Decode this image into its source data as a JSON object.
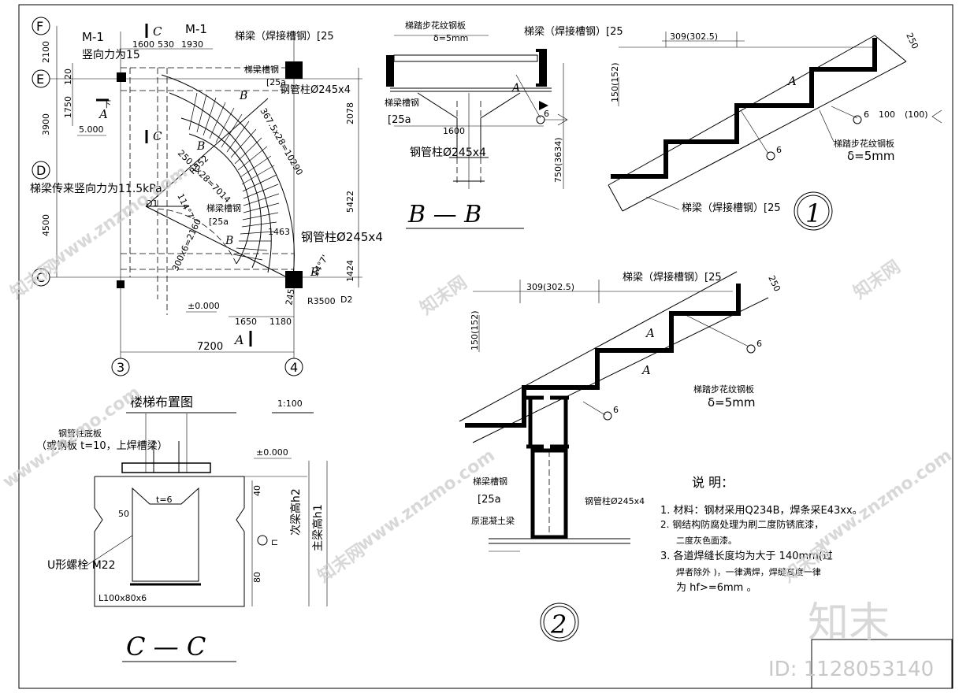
{
  "plan": {
    "grid_F": "F",
    "grid_E": "E",
    "grid_D": "D",
    "grid_C": "C",
    "grid_3": "3",
    "grid_4": "4",
    "dim_2100": "2100",
    "dim_3900": "3900",
    "dim_4500": "4500",
    "dim_1750": "1750",
    "dim_120": "120",
    "dim_7200": "7200",
    "dim_1600": "1600",
    "dim_530": "530",
    "dim_1930": "1930",
    "dim_2078": "2078",
    "dim_5422": "5422",
    "dim_1424": "1424",
    "dim_1650": "1650",
    "dim_1180": "1180",
    "dim_1463": "1463",
    "label_m1a": "M-1",
    "label_m1b": "M-1",
    "label_vert_force": "竖向力为15",
    "label_beam_force": "梯梁传来竖向力为11.5kPa",
    "label_down": "下",
    "level_5000": "5.000",
    "level_0": "±0.000",
    "sec_A": "A",
    "sec_C": "C",
    "sec_B": "B",
    "stair_beam": "梯梁（焊接槽钢）[25",
    "stair_beam_ch": "梯梁槽钢",
    "ch_25a": "[25a",
    "pipe_col": "钢管柱Ø245x4",
    "pipe_col_big": "钢管柱Ø245x4",
    "arc_text1": "367.5x28=10290",
    "arc_text2": "250.5x28=7014",
    "arc_text3": "300x6=2160",
    "angle_1": "114°7'",
    "angle_2": "14°7'",
    "r_352": "R352",
    "r_3500": "R3500",
    "d1": "D1",
    "d2": "D2",
    "d_245": "245",
    "title": "楼梯布置图",
    "scale": "1:100"
  },
  "bb": {
    "tread": "梯踏步花纹钢板",
    "delta": "δ=5mm",
    "beam": "梯梁（焊接槽钢）[25",
    "beam_ch": "梯梁槽钢",
    "ch": "[25a",
    "dim_1600": "1600",
    "pipe": "钢管柱Ø245x4",
    "dim_750": "750(3634)",
    "title": "B — B",
    "weld": "6",
    "ref_a": "A"
  },
  "d1": {
    "dim_309": "309(302.5)",
    "dim_150": "150(152)",
    "dim_250": "250",
    "weld": "6",
    "weld2": "100",
    "weld3": "(100)",
    "ref": "A",
    "tread": "梯踏步花纹钢板",
    "delta": "δ=5mm",
    "beam": "梯梁（焊接槽钢）[25",
    "num": "1"
  },
  "d2": {
    "dim_309": "309(302.5)",
    "dim_150": "150(152)",
    "dim_250": "250",
    "beam": "梯梁（焊接槽钢）[25",
    "tread": "梯踏步花纹钢板",
    "delta": "δ=5mm",
    "ch_label": "梯梁槽钢",
    "ch": "[25a",
    "pipe": "钢管柱Ø245x4",
    "floor": "原混凝土梁",
    "weld": "6",
    "ref": "A",
    "num": "2"
  },
  "cc": {
    "base_plate": "钢管柱底板",
    "base_plate2": "（或钢板  t=10，上焊槽梁）",
    "level": "±0.000",
    "t6": "t=6",
    "dim_50": "50",
    "dim_40": "40",
    "dim_80": "80",
    "h2": "次梁高h2",
    "h1": "主梁高h1",
    "bolt": "U形螺栓 M22",
    "angle": "L100x80x6",
    "title": "C — C"
  },
  "notes": {
    "title": "说  明：",
    "n1": "1.  材料：钢材采用Q234B，焊条采E43xx。",
    "n2": "2.  钢结构防腐处理为刷二度防锈底漆，",
    "n2b": "二度灰色面漆。",
    "n3": "3.  各道焊缝长度均为大于 140mm(过",
    "n3b": "焊者除外 )，一律满焊，焊缝高度一律",
    "n3c": "为 hf>=6mm 。"
  },
  "watermark": {
    "site": "www.znzmo.com",
    "brand": "知末网",
    "logo": "知末",
    "id": "ID: 1128053140"
  }
}
